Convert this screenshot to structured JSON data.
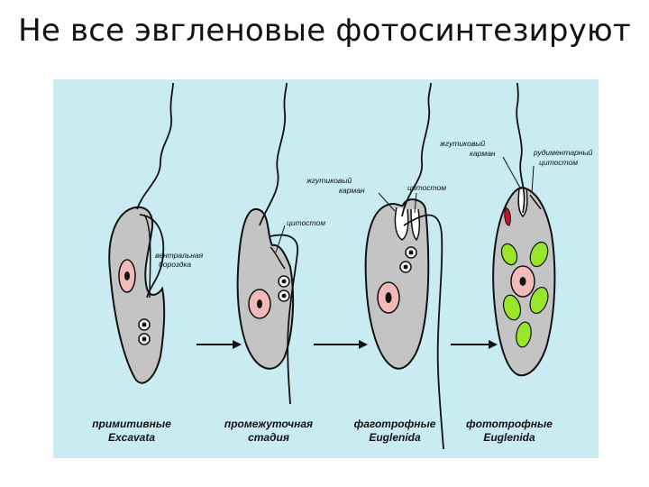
{
  "title": "Не все эвгленовые фотосинтезируют",
  "colors": {
    "background_panel": "#c8ecf2",
    "cell_body": "#c4c4c4",
    "nucleus": "#f2b9b9",
    "nucleolus": "#111111",
    "chloroplast": "#99e52a",
    "eyespot": "#c8141e"
  },
  "labels": {
    "ventral_groove_1": "вентральная",
    "ventral_groove_2": "бороздка",
    "cytostome_a": "цитостом",
    "flag_pocket_a_1": "жгутиковый",
    "flag_pocket_a_2": "карман",
    "cytostome_b": "цитостом",
    "flag_pocket_b_1": "жгутиковый",
    "flag_pocket_b_2": "карман",
    "rudimentary_1": "рудиментарный",
    "rudimentary_2": "цитостом"
  },
  "captions": [
    {
      "line1": "примитивные",
      "line2": "Excavata"
    },
    {
      "line1": "промежуточная",
      "line2": "стадия"
    },
    {
      "line1": "фаготрофные",
      "line2": "Euglenida"
    },
    {
      "line1": "фототрофные",
      "line2": "Euglenida"
    }
  ]
}
